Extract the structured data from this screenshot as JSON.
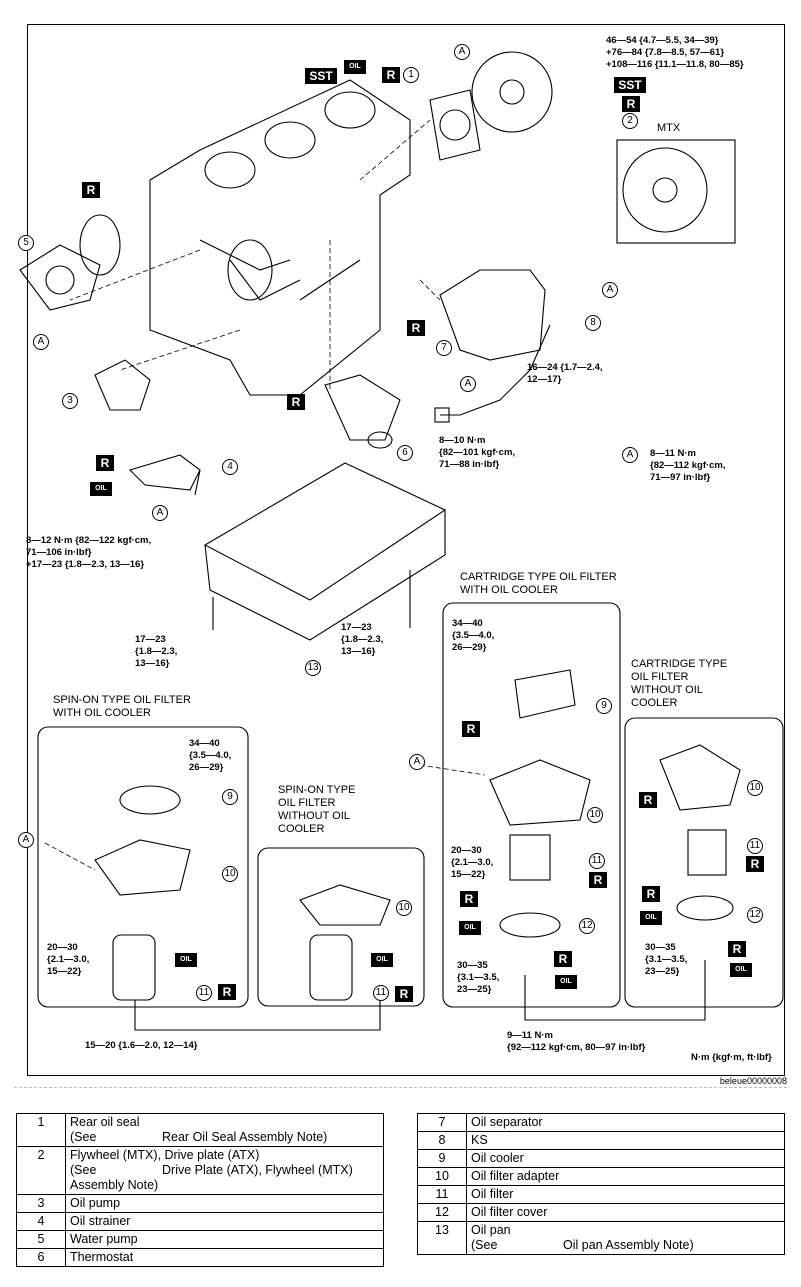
{
  "torque": {
    "flywheel": "46—54 {4.7—5.5, 34—39}\n+76—84 {7.8—8.5, 57—61}\n+108—116 {11.1—11.8, 80—85}",
    "ks": "16—24 {1.7—2.4,\n12—17}",
    "thermostat": "8—10 N·m\n{82—101 kgf·cm,\n71—88 in·lbf}",
    "a_bolt": "8—11 N·m\n{82—112 kgf·cm,\n71—97 in·lbf}",
    "strainer": "8—12 N·m {82—122 kgf·cm,\n71—106 in·lbf}\n+17—23 {1.8—2.3, 13—16}",
    "oilpan_left": "17—23\n{1.8—2.3,\n13—16}",
    "oilpan_right": "17—23\n{1.8—2.3,\n13—16}",
    "cooler_spin": "34—40\n{3.5—4.0,\n26—29}",
    "adapter_spin": "20—30\n{2.1—3.0,\n15—22}",
    "cooler_cart": "34—40\n{3.5—4.0,\n26—29}",
    "adapter_cart": "20—30\n{2.1—3.0,\n15—22}",
    "cover_cart": "30—35\n{3.1—3.5,\n23—25}",
    "cover_cart2": "30—35\n{3.1—3.5,\n23—25}",
    "filter_spin": "15—20 {1.6—2.0, 12—14}",
    "drain": "9—11 N·m\n{92—112 kgf·cm, 80—97 in·lbf}"
  },
  "section_titles": {
    "spin_cooler": "SPIN-ON TYPE OIL FILTER\nWITH OIL COOLER",
    "spin_no_cooler": "SPIN-ON TYPE\nOIL FILTER\nWITHOUT OIL\nCOOLER",
    "cart_cooler": "CARTRIDGE TYPE OIL FILTER\nWITH OIL COOLER",
    "cart_no_cooler": "CARTRIDGE TYPE\nOIL FILTER\nWITHOUT OIL\nCOOLER",
    "mtx": "MTX"
  },
  "markers": {
    "sst": "SST",
    "r": "R",
    "oil": "OIL",
    "a": "A"
  },
  "units": "N·m {kgf·m, ft·lbf}",
  "doc_id": "beleue00000008",
  "parts_left": [
    {
      "num": "1",
      "name": "Rear oil seal",
      "see": "(See",
      "ref": "Rear Oil Seal Assembly Note)"
    },
    {
      "num": "2",
      "name": "Flywheel (MTX), Drive plate (ATX)",
      "see": "(See",
      "ref": "Drive Plate (ATX), Flywheel (MTX)",
      "ref2": "Assembly Note)"
    },
    {
      "num": "3",
      "name": "Oil pump"
    },
    {
      "num": "4",
      "name": "Oil strainer"
    },
    {
      "num": "5",
      "name": "Water pump"
    },
    {
      "num": "6",
      "name": "Thermostat"
    }
  ],
  "parts_right": [
    {
      "num": "7",
      "name": "Oil separator"
    },
    {
      "num": "8",
      "name": "KS"
    },
    {
      "num": "9",
      "name": "Oil cooler"
    },
    {
      "num": "10",
      "name": "Oil filter adapter"
    },
    {
      "num": "11",
      "name": "Oil filter"
    },
    {
      "num": "12",
      "name": "Oil filter cover"
    },
    {
      "num": "13",
      "name": "Oil pan",
      "see": "(See",
      "ref": "Oil pan Assembly Note)"
    }
  ]
}
